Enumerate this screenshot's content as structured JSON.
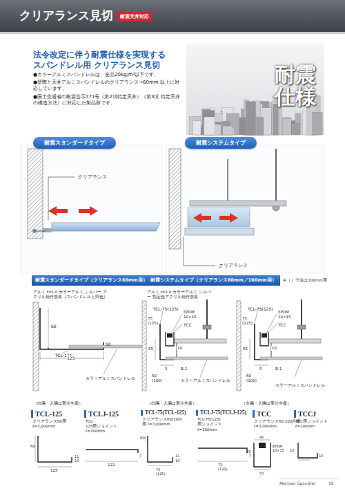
{
  "diagram": {
    "nodes": [
      {
        "text": [
          "クリアランス見切"
        ]
      },
      {
        "text": [
          "耐震天井対応"
        ],
        "in": 0
      },
      {
        "text": [
          "耐震スタンダードタイプ"
        ]
      },
      {
        "text": [
          "耐震システムタイプ"
        ]
      },
      {
        "text": [
          "耐震スタンダードタイプ（クリアランス60mm用）"
        ]
      },
      {
        "text": [
          "耐震システムタイプ（クリアランス60mm／100mm用）"
        ]
      },
      {
        "text": [
          "TCL-125",
          "クリアランス60用 ℓ=3,000mm"
        ]
      },
      {
        "text": [
          "TCLJ-125",
          "TCL-125用ジョイント ℓ=100mm"
        ]
      },
      {
        "text": [
          "TCL-75(TCL-125)",
          "クリアランス60(100)用 ℓ=3,000mm"
        ]
      },
      {
        "text": [
          "TCLJ-75(TCLJ-125)",
          "TCL-75(125)用ジョイント ℓ=100mm"
        ]
      },
      {
        "text": [
          "TCC",
          "クリアランス60·100共通 ℓ=3,000mm"
        ]
      },
      {
        "text": [
          "TCCJ",
          "TCC用ジョイント ℓ=100mm"
        ]
      }
    ],
    "labels": [
      "法令改定に伴う耐震仕様を実現する スパンドレル用 クリアランス見切",
      "●カラーアルミスパンドレルは、全品20kg/m²以下です。",
      "●壁際と天井アルミスパンドレルのクリアランス→60mm 以上に対応しています。",
      "●国土交通省の耐震告示771号（第2項特定天井）（第3項 特定天井の構造方法）に対応した製品群です。",
      "耐震 仕様",
      "クリアランス",
      "クリアランス",
      "アルミ t=1.0 カラーアルミ シルバー アクリル焼付塗装（スパンドレルと同色）",
      "60",
      "TCL-125",
      "10",
      "125",
      "カラーアルミスパンドレル",
      "（出隅・入隅は受注生産）",
      "アルミ t=1.0 カラーアルミ シルバー 指定色アクリル焼付塗装",
      "TCL-75(125)",
      "75 (125)",
      "EPDM 10×15",
      "TCC",
      "10",
      "65",
      "5",
      "B-1",
      "60 (100)",
      "カラーアルミスパンドレル",
      "（出隅・入隅は受注生産）",
      "TCL-75(125)",
      "75 (125)",
      "EPDM 10×15",
      "TCC",
      "10",
      "65",
      "5",
      "B-1",
      "60 (100)",
      "カラーアルミスパンドレル",
      "（出隅・入隅は受注生産）",
      "60",
      "11",
      "10",
      "125",
      "7",
      "122",
      "60",
      "11",
      "10",
      "75 (125)",
      "7",
      "72 (122)",
      "40",
      "EPDM 10×15",
      "50",
      "65",
      "10",
      "10",
      "Morison Spandrel",
      "10",
      "※（ ）寸法は100mm用"
    ]
  }
}
